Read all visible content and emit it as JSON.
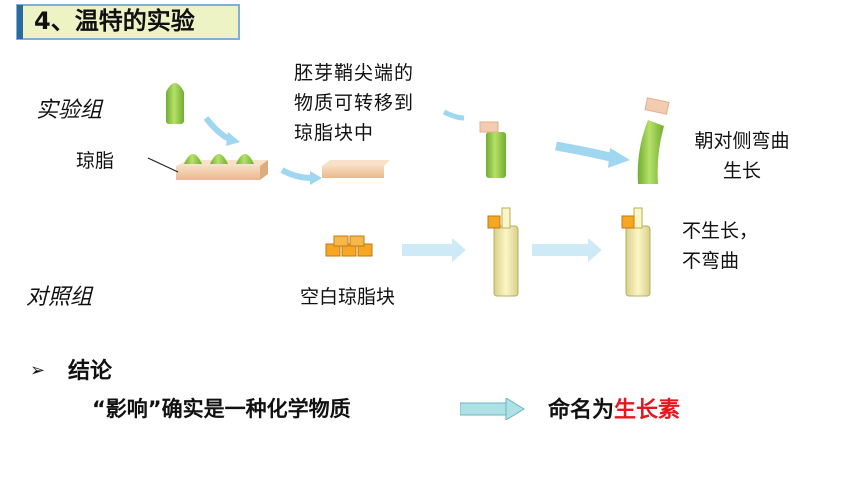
{
  "title": "4、温特的实验",
  "experiment_group_label": "实验组",
  "control_group_label": "对照组",
  "agar_label": "琼脂",
  "transfer_note": [
    "胚芽鞘尖端的",
    "物质可转移到",
    "琼脂块中"
  ],
  "result_bend": [
    "朝对侧弯曲",
    "生长"
  ],
  "result_control": [
    "不生长，",
    "不弯曲"
  ],
  "blank_agar_label": "空白琼脂块",
  "conclusion_heading": "结论",
  "conclusion_text": "“影响”确实是一种化学物质",
  "naming_prefix": "命名为",
  "naming_highlight": "生长素",
  "colors": {
    "highlight": "#e8141e",
    "title_bg": "#eef3c6",
    "arrow": "#9fd6f0",
    "seedling": "#8cc63f",
    "agar": "#f2c9a0"
  }
}
